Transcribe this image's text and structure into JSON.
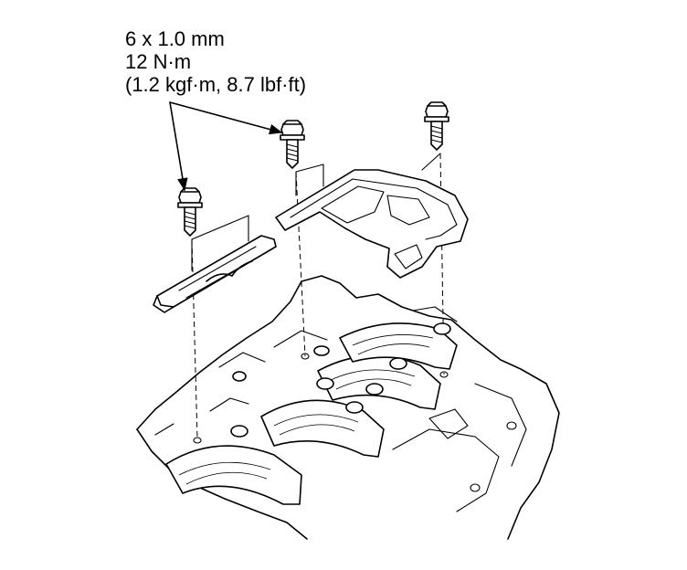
{
  "bolt_spec": {
    "size": "6 x 1.0 mm",
    "torque_metric": "12 N·m",
    "torque_alt": "(1.2 kgf·m, 8.7 lbf·ft)"
  },
  "parts": {
    "bolt_count": 3
  }
}
